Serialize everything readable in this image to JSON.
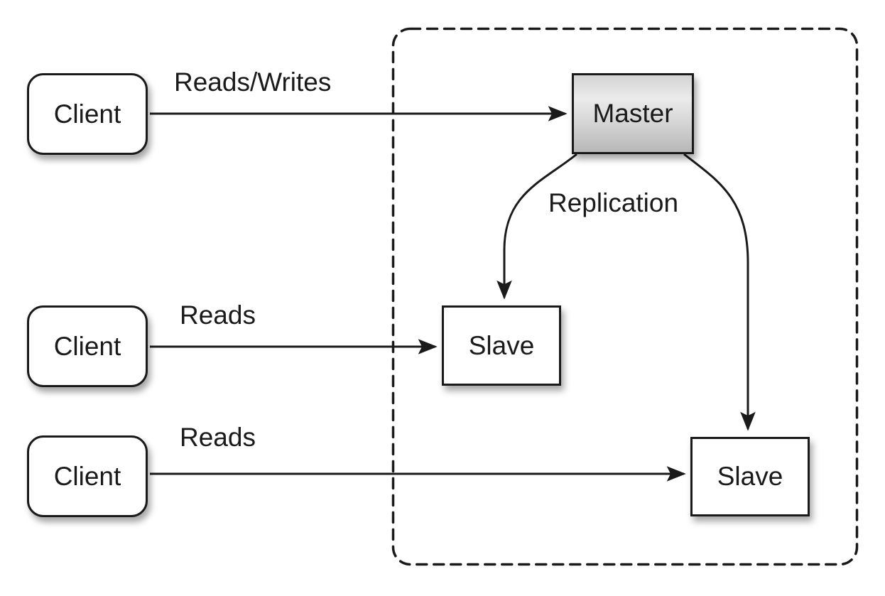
{
  "diagram": {
    "nodes": {
      "clients": [
        {
          "label": "Client"
        },
        {
          "label": "Client"
        },
        {
          "label": "Client"
        }
      ],
      "master": {
        "label": "Master"
      },
      "slaves": [
        {
          "label": "Slave"
        },
        {
          "label": "Slave"
        }
      ]
    },
    "edges": {
      "client1_to_master": {
        "label": "Reads/Writes"
      },
      "client2_to_slave1": {
        "label": "Reads"
      },
      "client3_to_slave2": {
        "label": "Reads"
      },
      "master_to_slaves": {
        "label": "Replication"
      }
    },
    "colors": {
      "ink": "#1a1a1a",
      "node_fill": "#ffffff",
      "master_gradient_top": "#d3d3d3",
      "master_gradient_highlight": "#ebebeb",
      "master_gradient_bottom": "#b7b7b7",
      "background": "#ffffff"
    }
  }
}
